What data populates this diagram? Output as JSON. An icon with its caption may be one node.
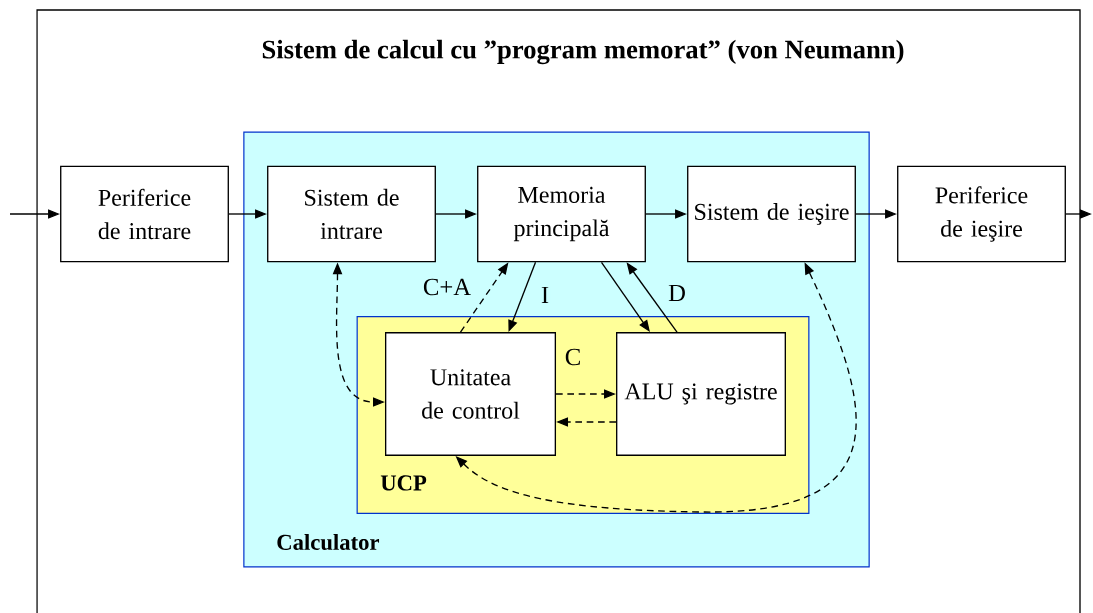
{
  "diagram": {
    "title": "Sistem de calcul cu ”program memorat” (von Neumann)",
    "nodes": [
      {
        "text": [
          "Calculator"
        ]
      },
      {
        "text": [
          "Periferice de intrare"
        ]
      },
      {
        "text": [
          "Sistem de intrare"
        ],
        "in": 0
      },
      {
        "text": [
          "Memoria principală"
        ],
        "in": 0
      },
      {
        "text": [
          "Sistem de ieşire"
        ],
        "in": 0
      },
      {
        "text": [
          "Periferice de ieşire"
        ]
      },
      {
        "text": [
          "UCP"
        ],
        "in": 0
      },
      {
        "text": [
          "Unitatea de control"
        ],
        "in": 6
      },
      {
        "text": [
          "ALU şi registre"
        ],
        "in": 6
      }
    ],
    "edges": [
      {
        "from": null,
        "to": 1,
        "arrow": "to"
      },
      {
        "from": 1,
        "to": 2,
        "arrow": "to"
      },
      {
        "from": 2,
        "to": 3,
        "arrow": "to"
      },
      {
        "from": 3,
        "to": 4,
        "arrow": "to"
      },
      {
        "from": 4,
        "to": 5,
        "arrow": "to"
      },
      {
        "from": 5,
        "to": null,
        "arrow": "to"
      },
      {
        "from": 7,
        "to": 3,
        "arrow": "to",
        "style": "dashed",
        "label": "C+A"
      },
      {
        "from": 3,
        "to": 7,
        "arrow": "to",
        "label": "I"
      },
      {
        "from": 3,
        "to": 8,
        "arrow": "to"
      },
      {
        "from": 8,
        "to": 3,
        "arrow": "to",
        "label": "D"
      },
      {
        "from": 2,
        "to": 7,
        "arrow": "both",
        "style": "dashed"
      },
      {
        "from": 7,
        "to": 8,
        "arrow": "to",
        "style": "dashed",
        "label": "C"
      },
      {
        "from": 8,
        "to": 7,
        "arrow": "to",
        "style": "dashed"
      },
      {
        "from": 4,
        "to": 7,
        "arrow": "both",
        "style": "dashed"
      }
    ]
  }
}
